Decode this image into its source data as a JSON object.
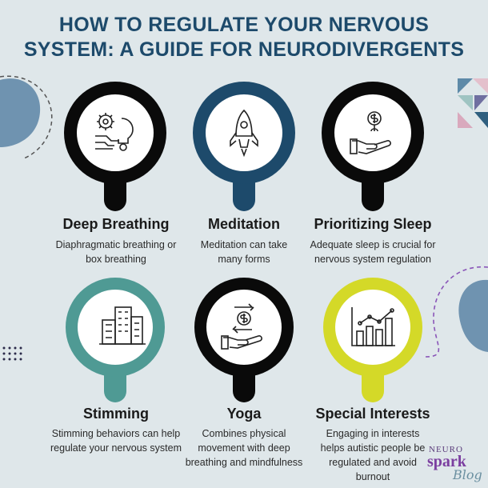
{
  "title_line1": "HOW TO REGULATE YOUR NERVOUS",
  "title_line2": "SYSTEM: A GUIDE FOR NEURODIVERGENTS",
  "colors": {
    "navy": "#1d4a6b",
    "black": "#0a0a0a",
    "teal": "#4f9a94",
    "yellow": "#d4d928",
    "background": "#dfe7ea"
  },
  "items": [
    {
      "label": "Deep Breathing",
      "desc_line1": "Diaphragmatic breathing or",
      "desc_line2": "box breathing",
      "icon": "gear-brain-icon",
      "ring": "black"
    },
    {
      "label": "Meditation",
      "desc_line1": "Meditation can take",
      "desc_line2": "many forms",
      "icon": "rocket-icon",
      "ring": "navy"
    },
    {
      "label": "Prioritizing Sleep",
      "desc_line1": "Adequate sleep is crucial for",
      "desc_line2": "nervous system regulation",
      "icon": "hand-coin-icon",
      "ring": "black"
    },
    {
      "label": "Stimming",
      "desc_line1": "Stimming behaviors can help",
      "desc_line2": "regulate your nervous system",
      "icon": "building-icon",
      "ring": "teal"
    },
    {
      "label": "Yoga",
      "desc_line1": "Combines physical",
      "desc_line2": "movement with deep",
      "desc_line3": "breathing and mindfulness",
      "icon": "hand-exchange-icon",
      "ring": "black"
    },
    {
      "label": "Special Interests",
      "desc_line1": "Engaging in interests",
      "desc_line2": "helps autistic people be",
      "desc_line3": "regulated and avoid",
      "desc_line4": "burnout",
      "icon": "chart-icon",
      "ring": "yellow"
    }
  ],
  "brand": {
    "line1": "NEURO",
    "line2": "spark",
    "line3": "Blog"
  }
}
